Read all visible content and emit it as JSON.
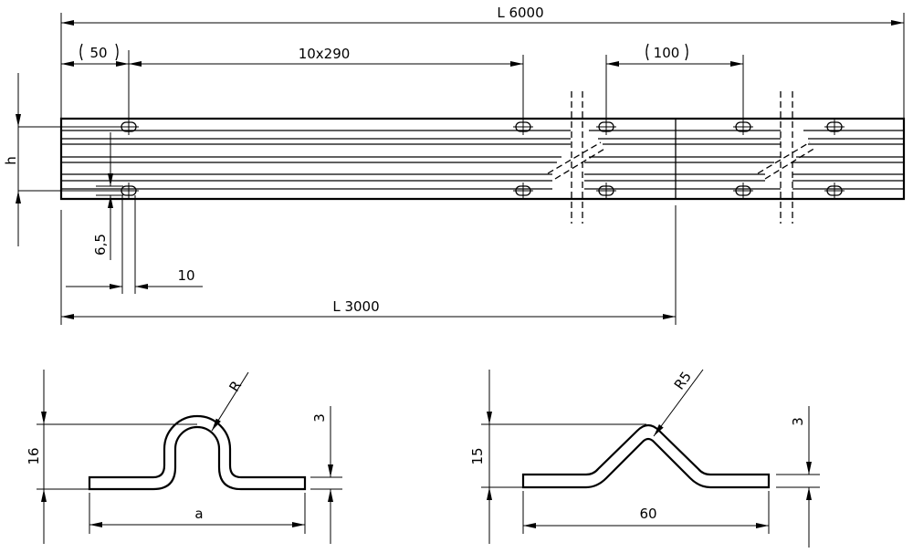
{
  "top_view": {
    "overall_length": "L 6000",
    "first_hole_offset": "50",
    "hole_pitch": "10x290",
    "joint_offset": "100",
    "height_symbol": "h",
    "hole_height": "6,5",
    "hole_width": "10",
    "section_length": "L 3000"
  },
  "profile_left": {
    "radius": "R",
    "height": "16",
    "thickness": "3",
    "width_symbol": "a"
  },
  "profile_right": {
    "radius": "R5",
    "height": "15",
    "thickness": "3",
    "width": "60"
  }
}
